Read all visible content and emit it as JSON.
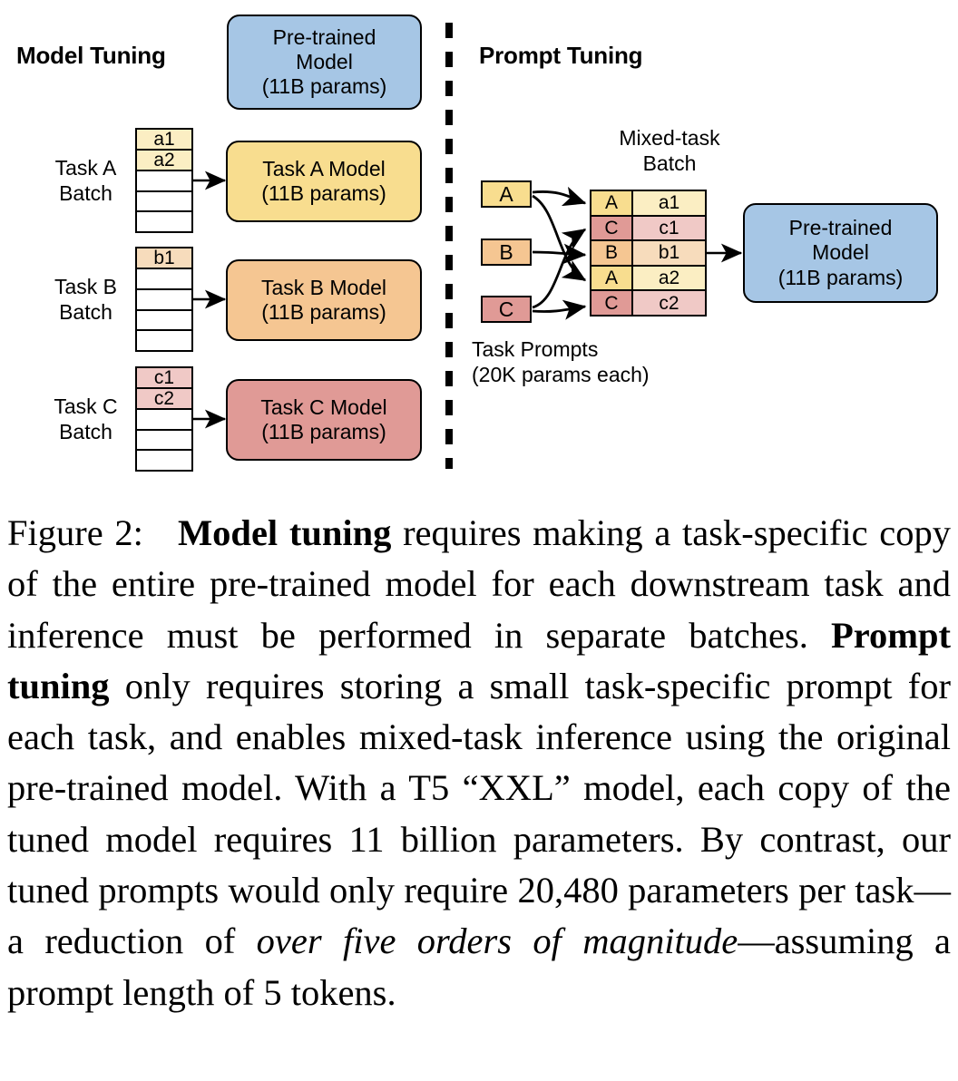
{
  "figure": {
    "left_panel": {
      "title": "Model Tuning",
      "pretrained": {
        "line1": "Pre-trained",
        "line2": "Model",
        "line3": "(11B params)",
        "color": "#a6c6e5"
      },
      "tasks": [
        {
          "batch_label_line1": "Task A",
          "batch_label_line2": "Batch",
          "rows": [
            "a1",
            "a2",
            "",
            "",
            ""
          ],
          "filled_count": 2,
          "row_color": "#fbeec3",
          "model_line1": "Task A Model",
          "model_line2": "(11B params)",
          "model_color": "#f8dd8f"
        },
        {
          "batch_label_line1": "Task B",
          "batch_label_line2": "Batch",
          "rows": [
            "b1",
            "",
            "",
            "",
            ""
          ],
          "filled_count": 1,
          "row_color": "#f7dcbc",
          "model_line1": "Task B Model",
          "model_line2": "(11B params)",
          "model_color": "#f5c692"
        },
        {
          "batch_label_line1": "Task C",
          "batch_label_line2": "Batch",
          "rows": [
            "c1",
            "c2",
            "",
            "",
            ""
          ],
          "filled_count": 2,
          "row_color": "#f0c9c6",
          "model_line1": "Task C Model",
          "model_line2": "(11B params)",
          "model_color": "#e09a96"
        }
      ]
    },
    "right_panel": {
      "title": "Prompt Tuning",
      "mixed_batch_label_line1": "Mixed-task",
      "mixed_batch_label_line2": "Batch",
      "prompts": [
        {
          "label": "A",
          "color": "#f8dd8f"
        },
        {
          "label": "B",
          "color": "#f5c692"
        },
        {
          "label": "C",
          "color": "#e09a96"
        }
      ],
      "prompts_caption_line1": "Task Prompts",
      "prompts_caption_line2": "(20K params each)",
      "mixed_rows": [
        {
          "task": "A",
          "data": "a1",
          "task_color": "#f8dd8f",
          "data_color": "#fbeec3"
        },
        {
          "task": "C",
          "data": "c1",
          "task_color": "#e09a96",
          "data_color": "#f0c9c6"
        },
        {
          "task": "B",
          "data": "b1",
          "task_color": "#f5c692",
          "data_color": "#f7dcbc"
        },
        {
          "task": "A",
          "data": "a2",
          "task_color": "#f8dd8f",
          "data_color": "#fbeec3"
        },
        {
          "task": "C",
          "data": "c2",
          "task_color": "#e09a96",
          "data_color": "#f0c9c6"
        }
      ],
      "pretrained": {
        "line1": "Pre-trained",
        "line2": "Model",
        "line3": "(11B params)",
        "color": "#a6c6e5"
      }
    }
  },
  "caption": {
    "figure_number": "Figure 2:",
    "bold_1": "Model tuning",
    "text_1": " requires making a task-specific copy of the entire pre-trained model for each downstream task and inference must be performed in separate batches. ",
    "bold_2": "Prompt tuning",
    "text_2": " only requires storing a small task-specific prompt for each task, and enables mixed-task inference using the original pre-trained model. With a T5 “XXL” model, each copy of the tuned model requires 11 billion parameters. By contrast, our tuned prompts would only require 20,480 parameters per task—a reduction of ",
    "italic_1": "over five orders of magnitude",
    "text_3": "—assuming a prompt length of 5 tokens."
  }
}
